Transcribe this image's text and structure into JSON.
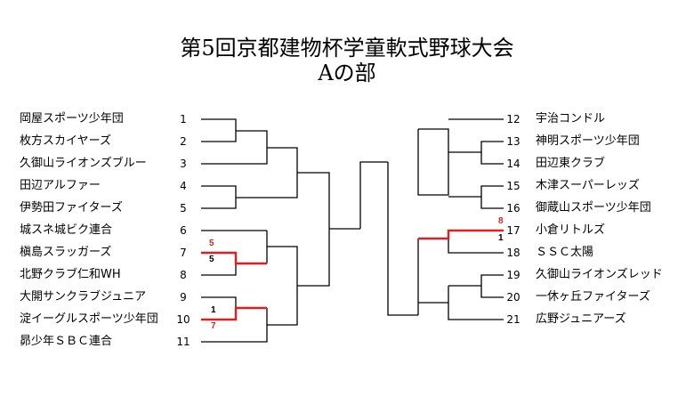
{
  "title": {
    "line1": "第5回京都建物杯学童軟式野球大会",
    "line2": "Aの部"
  },
  "left_teams": [
    {
      "name": "岡屋スポーツ少年団",
      "num": "1"
    },
    {
      "name": "枚方スカイヤーズ",
      "num": "2"
    },
    {
      "name": "久御山ライオンズブルー",
      "num": "3"
    },
    {
      "name": "田辺アルファー",
      "num": "4"
    },
    {
      "name": "伊勢田ファイターズ",
      "num": "5"
    },
    {
      "name": "城スネ城ビク連合",
      "num": "6"
    },
    {
      "name": "槇島スラッガーズ",
      "num": "7"
    },
    {
      "name": "北野クラブ仁和WH",
      "num": "8"
    },
    {
      "name": "大開サンクラブジュニア",
      "num": "9"
    },
    {
      "name": "淀イーグルスポーツ少年団",
      "num": "10"
    },
    {
      "name": "昴少年ＳＢＣ連合",
      "num": "11"
    }
  ],
  "right_teams": [
    {
      "name": "宇治コンドル",
      "num": "12"
    },
    {
      "name": "神明スポーツ少年団",
      "num": "13"
    },
    {
      "name": "田辺東クラブ",
      "num": "14"
    },
    {
      "name": "木津スーパーレッズ",
      "num": "15"
    },
    {
      "name": "御蔵山スポーツ少年団",
      "num": "16"
    },
    {
      "name": "小倉リトルズ",
      "num": "17"
    },
    {
      "name": "ＳＳＣ太陽",
      "num": "18"
    },
    {
      "name": "久御山ライオンズレッド",
      "num": "19"
    },
    {
      "name": "一休ヶ丘ファイターズ",
      "num": "20"
    },
    {
      "name": "広野ジュニアーズ",
      "num": "21"
    }
  ],
  "scores": {
    "m7_8_top": "5",
    "m7_8_bottom": "5",
    "m9_10_top": "1",
    "m9_10_bottom": "7",
    "m17_18_top": "8",
    "m17_18_bottom": "1"
  },
  "colors": {
    "winner_line": "#e01e1e",
    "line": "#000000"
  }
}
